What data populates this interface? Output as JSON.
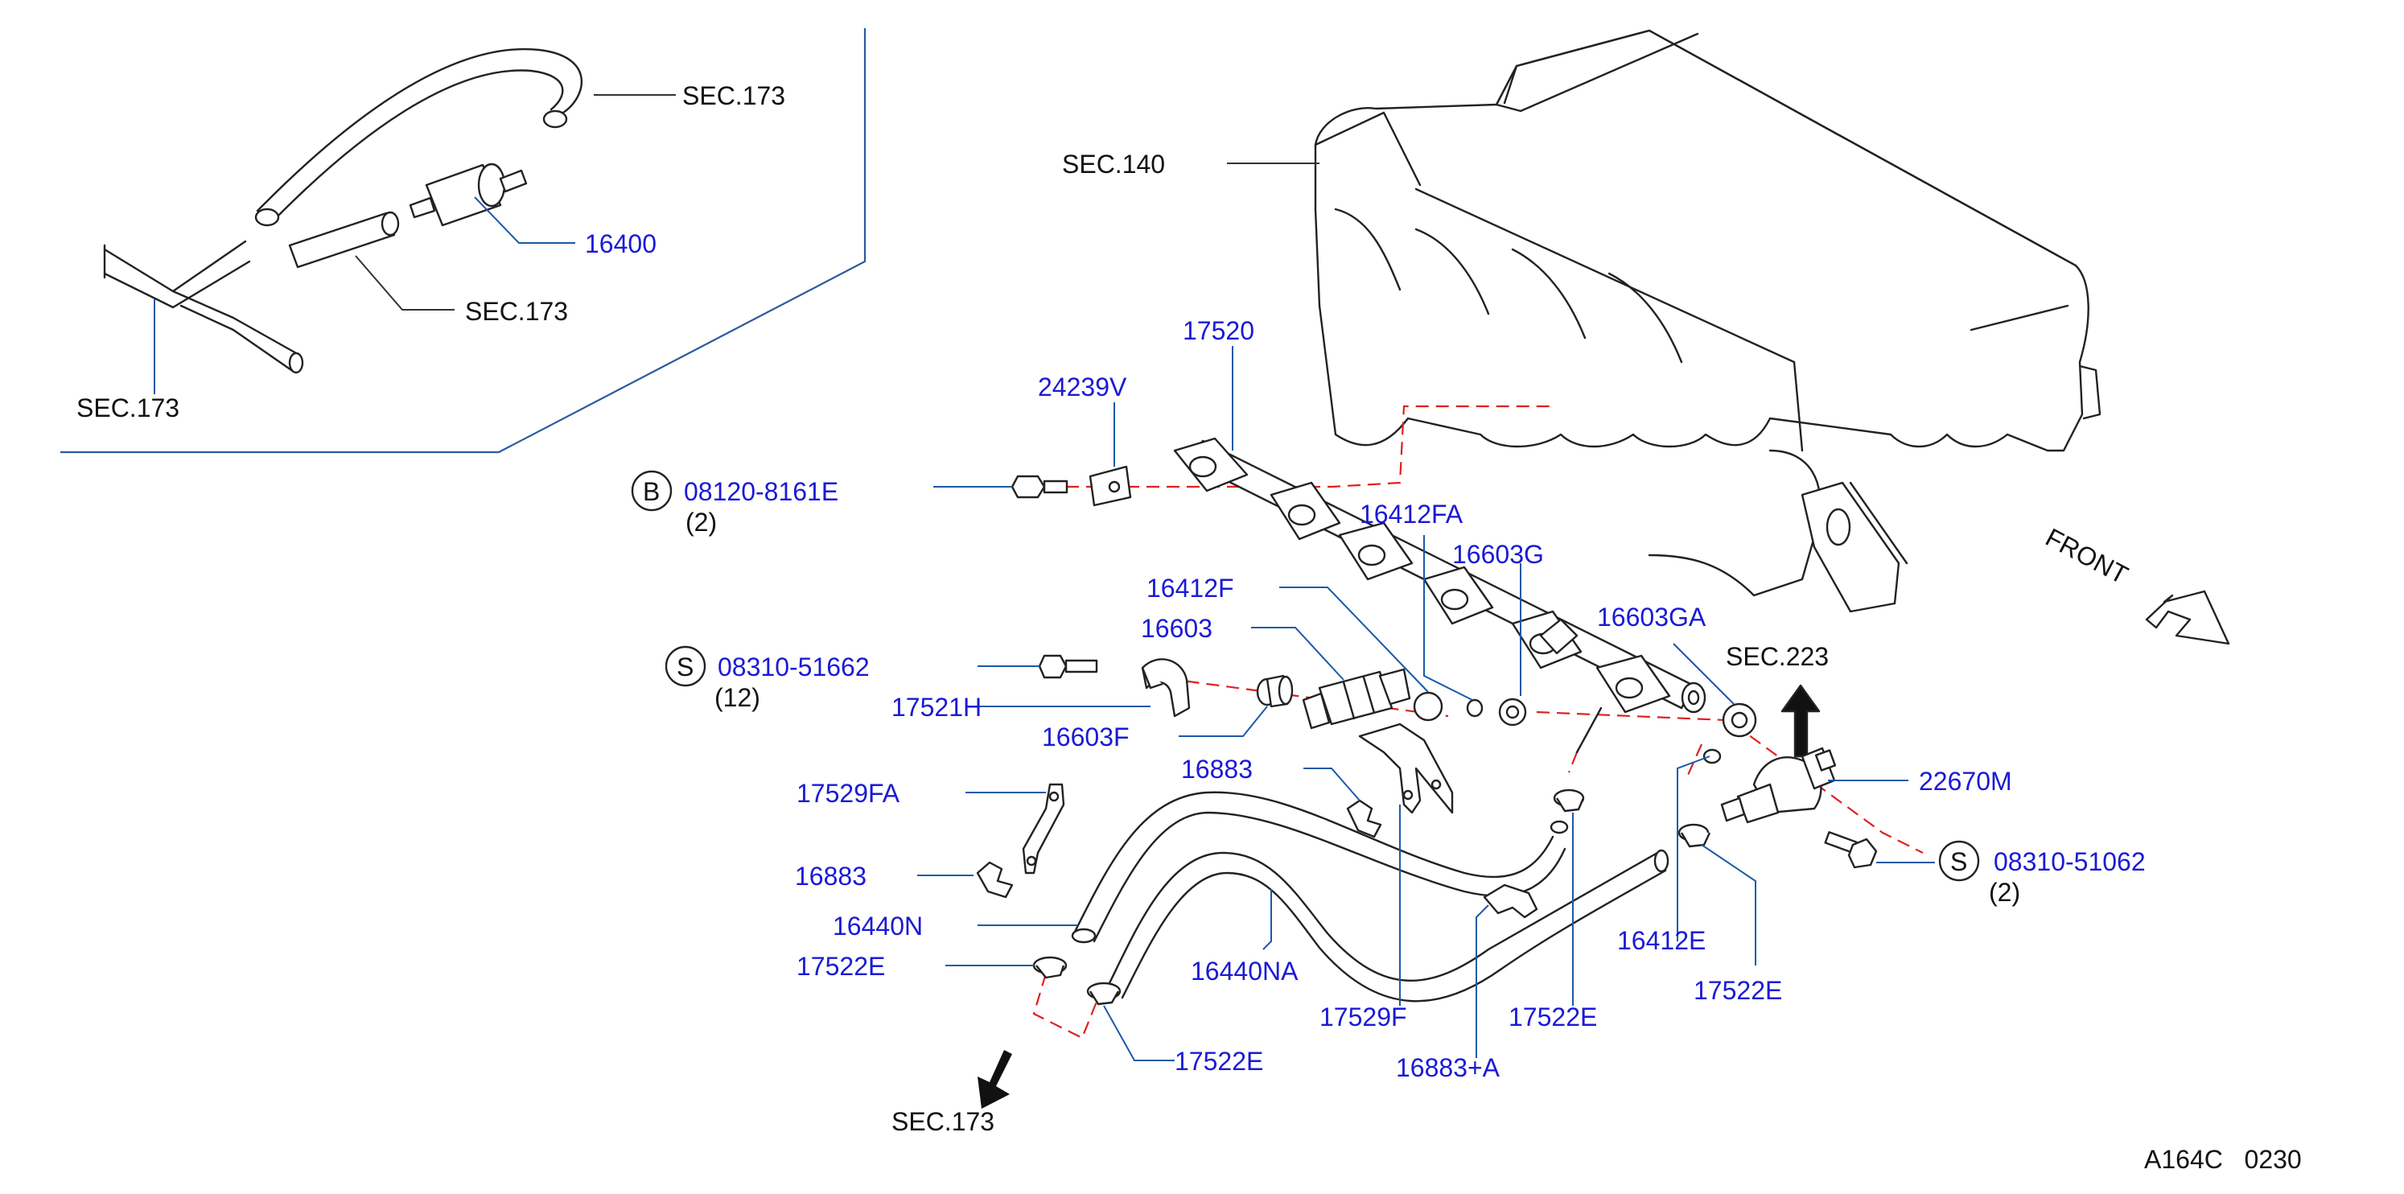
{
  "colors": {
    "part_number": "#1a1ad6",
    "reference": "#111111",
    "dash_line": "#e02020",
    "leader": "#1a5aa8"
  },
  "inset": {
    "sec_top": "SEC.173",
    "part": "16400",
    "sec_mid": "SEC.173",
    "sec_left": "SEC.173"
  },
  "labels": {
    "sec140": "SEC.140",
    "p17520": "17520",
    "p24239v": "24239V",
    "bolt_b_symbol": "B",
    "bolt_b_part": "08120-8161E",
    "bolt_b_qty": "(2)",
    "p16412fa": "16412FA",
    "p16603g": "16603G",
    "p16412f": "16412F",
    "p16603": "16603",
    "screw_s1_symbol": "S",
    "screw_s1_part": "08310-51662",
    "screw_s1_qty": "(12)",
    "p17521h": "17521H",
    "p16603f": "16603F",
    "p16603ga": "16603GA",
    "sec223": "SEC.223",
    "p22670m": "22670M",
    "p16883_right": "16883",
    "p17529fa": "17529FA",
    "p16883_left": "16883",
    "screw_s2_symbol": "S",
    "screw_s2_part": "08310-51062",
    "screw_s2_qty": "(2)",
    "p16440n": "16440N",
    "p17522e_left": "17522E",
    "p16440na": "16440NA",
    "p16412e": "16412E",
    "p17522e_right": "17522E",
    "p17529f": "17529F",
    "p17522e_center": "17522E",
    "p17522e_bottom": "17522E",
    "p16883a": "16883+A",
    "sec173_bottom": "SEC.173",
    "front": "FRONT",
    "figure_code": "A164C   0230"
  },
  "icons": [
    "front-arrow-icon",
    "sec223-arrow-icon",
    "sec173-arrow-icon"
  ]
}
